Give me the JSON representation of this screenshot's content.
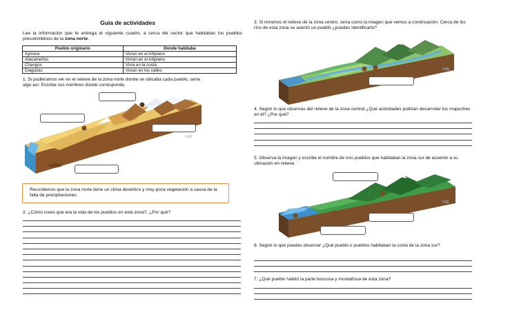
{
  "left": {
    "title": "Guía de actividades",
    "intro_1": "Lee la información que te entrega el siguiente cuadro, a cerca del sector que habitaban los pueblos precolombinos de la ",
    "intro_bold": "zona norte",
    "intro_2": ".",
    "table": {
      "headers": [
        "Pueblo originario",
        "Donde habitaba"
      ],
      "rows": [
        [
          "Aymara",
          "Vivían en el Altiplano"
        ],
        [
          "Atacameños",
          "Vivían en el Altiplano"
        ],
        [
          "Changos",
          "Vivía en la costa"
        ],
        [
          "Diaguitas",
          "Vivían en los valles"
        ]
      ]
    },
    "q1": "1.  Si pudiéramos ver en el relieve de la zona norte donde se ubicaba cada pueblo, sería algo así. Escribe sus nombres donde corresponde.",
    "note": "Recordemos que la zona norte tiene un clima desértico y muy poca vegetación a causa de la falta de precipitaciones.",
    "q2": "2.  ¿Cómo crees que era la vida de los pueblos en esta zona?, ¿Por qué?",
    "watermark": "©VE"
  },
  "right": {
    "q3": "3.  Si miramos el relieve de la zona centro, sería como la imagen que vemos a continuación. Cerca de los ríos de esta zona se asentó un pueblo ¿puedes identificarlo?",
    "q4": "4.  Según lo que observas del relieve de la zona central ¿Qué actividades podrían desarrollar los mapuches en él? ¿Por qué?",
    "q5": "5.  Observa la imagen y escribe el nombre de tres pueblos que habitaban la zona sur de acuerdo a su ubicación en relieve.",
    "q6": "6.  Según lo que puedes observar ¿Qué pueblo o pueblos habitaban la costa de la zona sur?",
    "q7": "7.  ¿Qué pueblo habitó la parte boscosa y montañosa de esta zona?",
    "watermark_1": "©VE",
    "watermark_2": "©VE"
  }
}
